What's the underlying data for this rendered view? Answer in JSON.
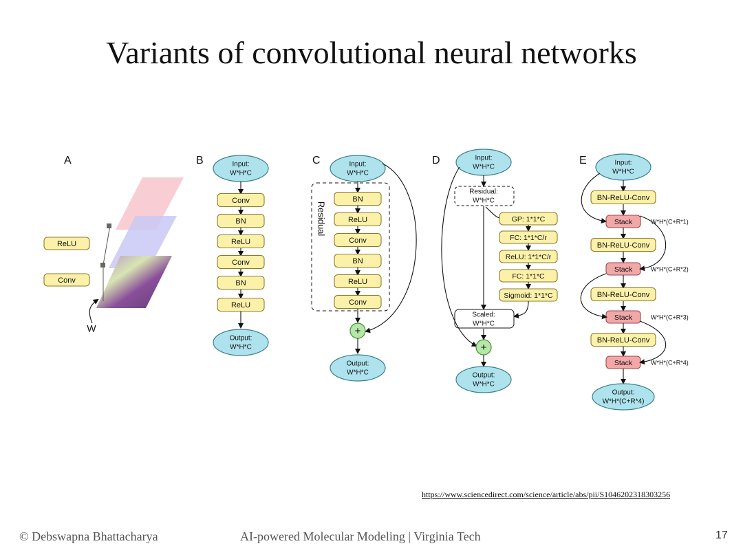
{
  "slide": {
    "title": "Variants of convolutional neural networks",
    "source_link": "https://www.sciencedirect.com/science/article/abs/pii/S1046202318303256",
    "footer_author": "© Debswapna Bhattacharya",
    "footer_course": "AI-powered Molecular Modeling | Virginia Tech",
    "page_number": "17"
  },
  "colors": {
    "ellipse_fill": "#aee3ee",
    "ellipse_stroke": "#3a7f8c",
    "layer_fill": "#fbf1a8",
    "layer_stroke": "#8c7a2a",
    "stack_fill": "#f2a7a8",
    "stack_stroke": "#9a4a4b",
    "plus_fill": "#b5e8a6",
    "plus_stroke": "#4d8a3f"
  },
  "panels": {
    "a": {
      "label": "A",
      "layers": [
        "ReLU",
        "Conv"
      ],
      "weight_label": "W"
    },
    "b": {
      "label": "B",
      "input": [
        "Input:",
        "W*H*C"
      ],
      "layers": [
        "Conv",
        "BN",
        "ReLU",
        "Conv",
        "BN",
        "ReLU"
      ],
      "output": [
        "Output:",
        "W*H*C"
      ]
    },
    "c": {
      "label": "C",
      "input": [
        "Input:",
        "W*H*C"
      ],
      "residual_label": "Residual",
      "layers": [
        "BN",
        "ReLU",
        "Conv",
        "BN",
        "ReLU",
        "Conv"
      ],
      "plus": "+",
      "output": [
        "Output:",
        "W*H*C"
      ]
    },
    "d": {
      "label": "D",
      "input": [
        "Input:",
        "W*H*C"
      ],
      "residual": [
        "Residual:",
        "W*H*C"
      ],
      "layers": [
        "GP: 1*1*C",
        "FC: 1*1*C/r",
        "ReLU: 1*1*C/r",
        "FC: 1*1*C",
        "Sigmoid: 1*1*C"
      ],
      "scaled": [
        "Scaled:",
        "W*H*C"
      ],
      "plus": "+",
      "output": [
        "Output:",
        "W*H*C"
      ]
    },
    "e": {
      "label": "E",
      "input": [
        "Input:",
        "W*H*C"
      ],
      "conv_label": "BN-ReLU-Conv",
      "stack_label": "Stack",
      "stack_dims": [
        "W*H*(C+R*1)",
        "W*H*(C+R*2)",
        "W*H*(C+R*3)",
        "W*H*(C+R*4)"
      ],
      "output": [
        "Output:",
        "W*H*(C+R*4)"
      ]
    }
  }
}
